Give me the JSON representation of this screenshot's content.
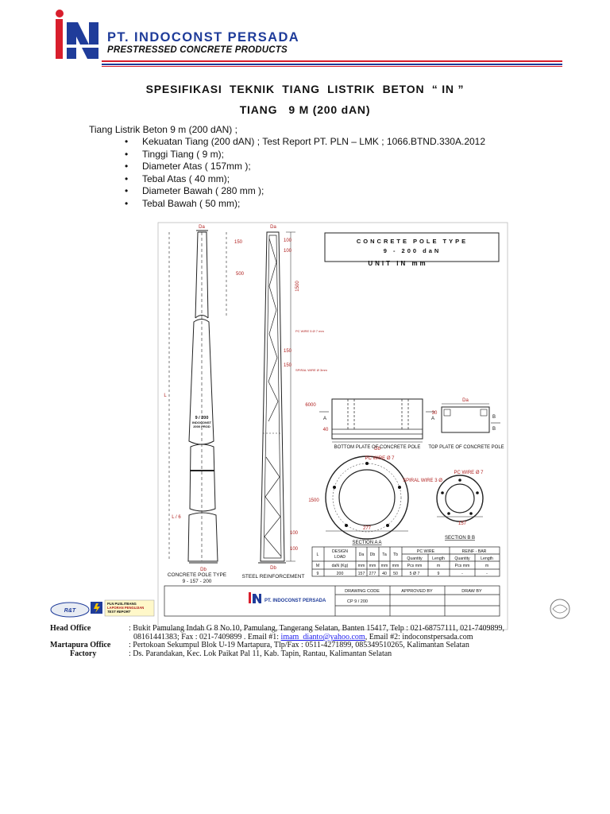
{
  "header": {
    "company_name": "PT. INDOCONST  PERSADA",
    "tagline": "PRESTRESSED CONCRETE PRODUCTS",
    "logo_text": "iN",
    "colors": {
      "blue": "#1f3c9a",
      "red": "#d81e2c"
    }
  },
  "title": {
    "line1": "SPESIFIKASI  TEKNIK  TIANG  LISTRIK  BETON  “ IN ”",
    "line2": "TIANG   9 M (200 dAN)"
  },
  "spec": {
    "intro": "Tiang Listrik Beton  9 m (200 dAN) ;",
    "items": [
      "Kekuatan Tiang  (200 dAN) ; Test Report PT. PLN – LMK ; 1066.BTND.330A.2012",
      "Tinggi Tiang ( 9 m);",
      "Diameter Atas ( 157mm );",
      "Tebal Atas ( 40 mm);",
      "Diameter Bawah ( 280 mm );",
      "Tebal Bawah ( 50 mm);"
    ]
  },
  "drawing": {
    "type_box": {
      "line1": "CONCRETE  POLE  TYPE",
      "line2": "9 - 200 daN",
      "line3": "UNIT  IN  mm"
    },
    "pole": {
      "top_label": "Da",
      "bottom_label": "Db",
      "dim_150": "150",
      "dim_500": "500",
      "length_label": "L",
      "lower_label": "L / 6",
      "mark_line1": "9 / 200",
      "mark_line2": "INDOCONST",
      "mark_line3": "2000 PROD",
      "caption_line1": "CONCRETE POLE TYPE",
      "caption_line2": "9 - 157 - 200"
    },
    "reinforcement": {
      "top_label": "Da",
      "bottom_label": "Db",
      "dim_100a": "100",
      "dim_100b": "100",
      "dim_1500a": "1500",
      "dim_150a": "150",
      "dim_150b": "150",
      "dim_6000": "6000",
      "dim_1500b": "1500",
      "dim_100c": "100",
      "dim_100d": "100",
      "pc_note": "PC WIRE  5 Ø 7 mm",
      "spiral_note": "SPIRAL WIRE  Ø  3mm",
      "caption": "STEEL REINFORCEMENT"
    },
    "plates": {
      "bottom_caption": "BOTTOM  PLATE OF CONCRETE POLE",
      "top_caption": "TOP PLATE OF CONCRETE POLE",
      "db_label": "Db",
      "da_label": "Da",
      "dim_40": "40",
      "dim_30": "30",
      "a_left": "A",
      "a_right": "A",
      "b_left": "B",
      "b_right": "B"
    },
    "sections": {
      "aa_pc": "PC WIRE  Ø 7",
      "aa_spiral": "SPIRAL WIRE 3 Ø",
      "aa_dim": "277",
      "aa_caption": "SECTION  A  A",
      "bb_pc": "PC WIRE  Ø 7",
      "bb_dim": "157",
      "bb_caption": "SECTION  B B"
    },
    "table": {
      "h_l": "L",
      "h_design": "DESIGN",
      "h_load": "LOAD",
      "h_da": "Da",
      "h_db": "Db",
      "h_ta": "Ta",
      "h_tb": "Tb",
      "h_pc": "PC   WIRE",
      "h_reinf": "REINF - BAR",
      "sub_qty1": "Quantity",
      "sub_len1": "Length",
      "sub_qty2": "Quantity",
      "sub_len2": "Length",
      "unit_m": "M",
      "unit_load": "daN (Kg)",
      "unit_mm1": "mm",
      "unit_mm2": "mm",
      "unit_mm3": "mm",
      "unit_mm4": "mm",
      "unit_pcs1": "Pcs mm",
      "unit_m1": "m",
      "unit_pcs2": "Pcs mm",
      "unit_m2": "m",
      "row_l": "9",
      "row_load": "200",
      "row_da": "157",
      "row_db": "277",
      "row_ta": "40",
      "row_tb": "50",
      "row_pc_qty": "5  Ø  7",
      "row_pc_len": "9",
      "row_r_qty": "-",
      "row_r_len": "-"
    },
    "title_block": {
      "company": "PT. INDOCONST PERSADA",
      "drawing_code": "DRAWING CODE",
      "approved_by": "APPROVED BY",
      "draw_by": "DRAW BY",
      "code_value": "CP 9 / 200"
    },
    "report_box": {
      "line1": "PLN PUSLITBANG",
      "line2": "LAPORAN PENGUJIAN",
      "line3": "TEST REPORT"
    }
  },
  "footer": {
    "head_label": "Head Office",
    "head_line1": ": Bukit Pamulang Indah G 8 No.10,  Pamulang, Tangerang Selatan, Banten 15417, Telp :  021-68757111, 021-7409899,",
    "head_line2_a": "08161441383; Fax  :  021-7409899 . Email #1: ",
    "head_email1": "imam_dianto@yahoo.com",
    "head_line2_b": ", Email #2: indoconstpersada.com",
    "martapura_label": "Martapura Office",
    "martapura_line": ":  Pertokoan Sekumpul Blok  U-19 Martapura, Tlp/Fax : 0511-4271899,  085349510265, Kalimantan Selatan",
    "factory_label": "Factory",
    "factory_line": ":  Ds. Parandakan, Kec. Lok Paikat Pal 11, Kab. Tapin, Rantau, Kalimantan Selatan"
  }
}
